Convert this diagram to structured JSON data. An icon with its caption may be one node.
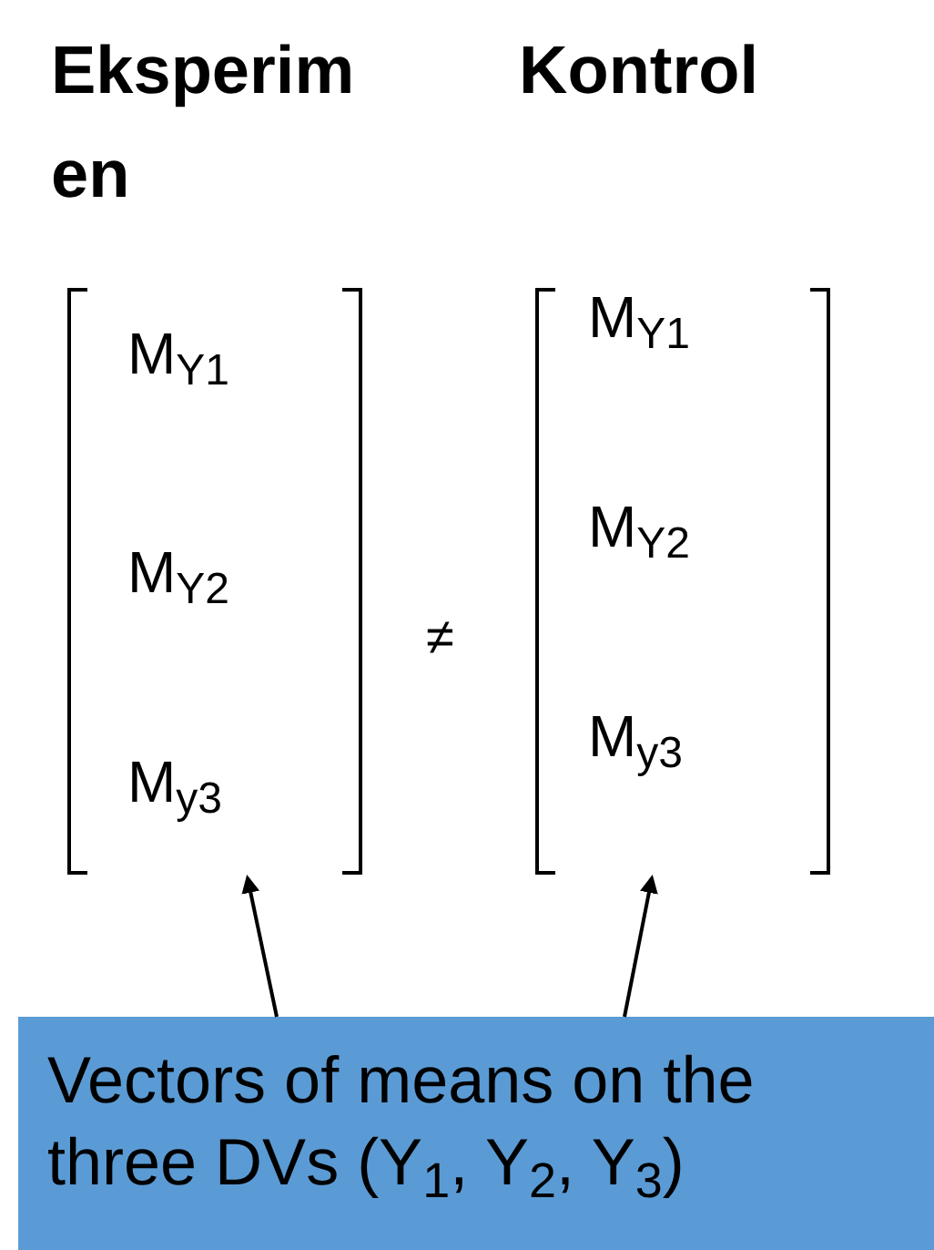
{
  "diagram": {
    "nodes": [
      {
        "text": [
          "Eksperimen",
          "M$_{Y1}$",
          "M$_{Y2}$",
          "M$_{y3}$"
        ]
      },
      {
        "text": [
          "Kontrol",
          "M$_{Y1}$",
          "M$_{Y2}$",
          "M$_{y3}$"
        ]
      },
      {
        "text": [
          "Vectors of means on the three DVs (Y$_{1}$, Y$_{2}$, Y$_{3}$)"
        ]
      }
    ],
    "edges": [
      {
        "from": 2,
        "to": 0,
        "arrow": "to"
      },
      {
        "from": 2,
        "to": 1,
        "arrow": "to"
      }
    ],
    "labels": [
      "≠"
    ]
  }
}
